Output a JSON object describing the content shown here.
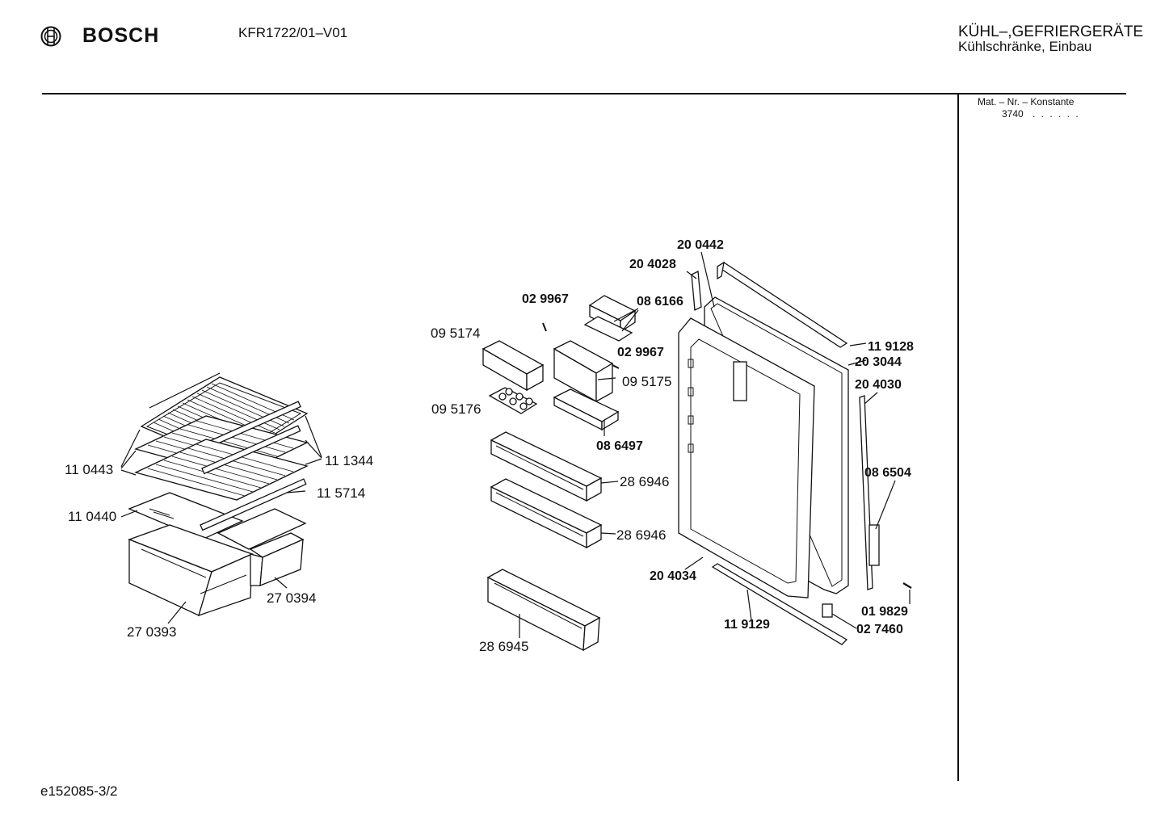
{
  "header": {
    "brand": "BOSCH",
    "model": "KFR1722/01–V01",
    "category_line1": "KÜHL–,GEFRIERGERÄTE",
    "category_line2": "Kühlschränke, Einbau"
  },
  "side_panel": {
    "mat_label": "Mat. – Nr. – Konstante",
    "mat_value": "3740",
    "mat_dots": ". . . . . ."
  },
  "footer": {
    "page_ref": "e152085-3/2"
  },
  "parts": {
    "p200442": "20 0442",
    "p204028": "20 4028",
    "p029967a": "02 9967",
    "p086166": "08 6166",
    "p095174": "09 5174",
    "p029967b": "02 9967",
    "p119128": "11 9128",
    "p203044": "20 3044",
    "p095175": "09 5175",
    "p204030": "20 4030",
    "p095176": "09 5176",
    "p086497": "08 6497",
    "p086504": "08 6504",
    "p286946a": "28 6946",
    "p286946b": "28 6946",
    "p204034": "20 4034",
    "p019829": "01 9829",
    "p119129": "11 9129",
    "p027460": "02 7460",
    "p286945": "28 6945",
    "p110443": "11 0443",
    "p111344": "11 1344",
    "p115714": "11 5714",
    "p110440": "11 0440",
    "p270394": "27 0394",
    "p270393": "27 0393"
  }
}
